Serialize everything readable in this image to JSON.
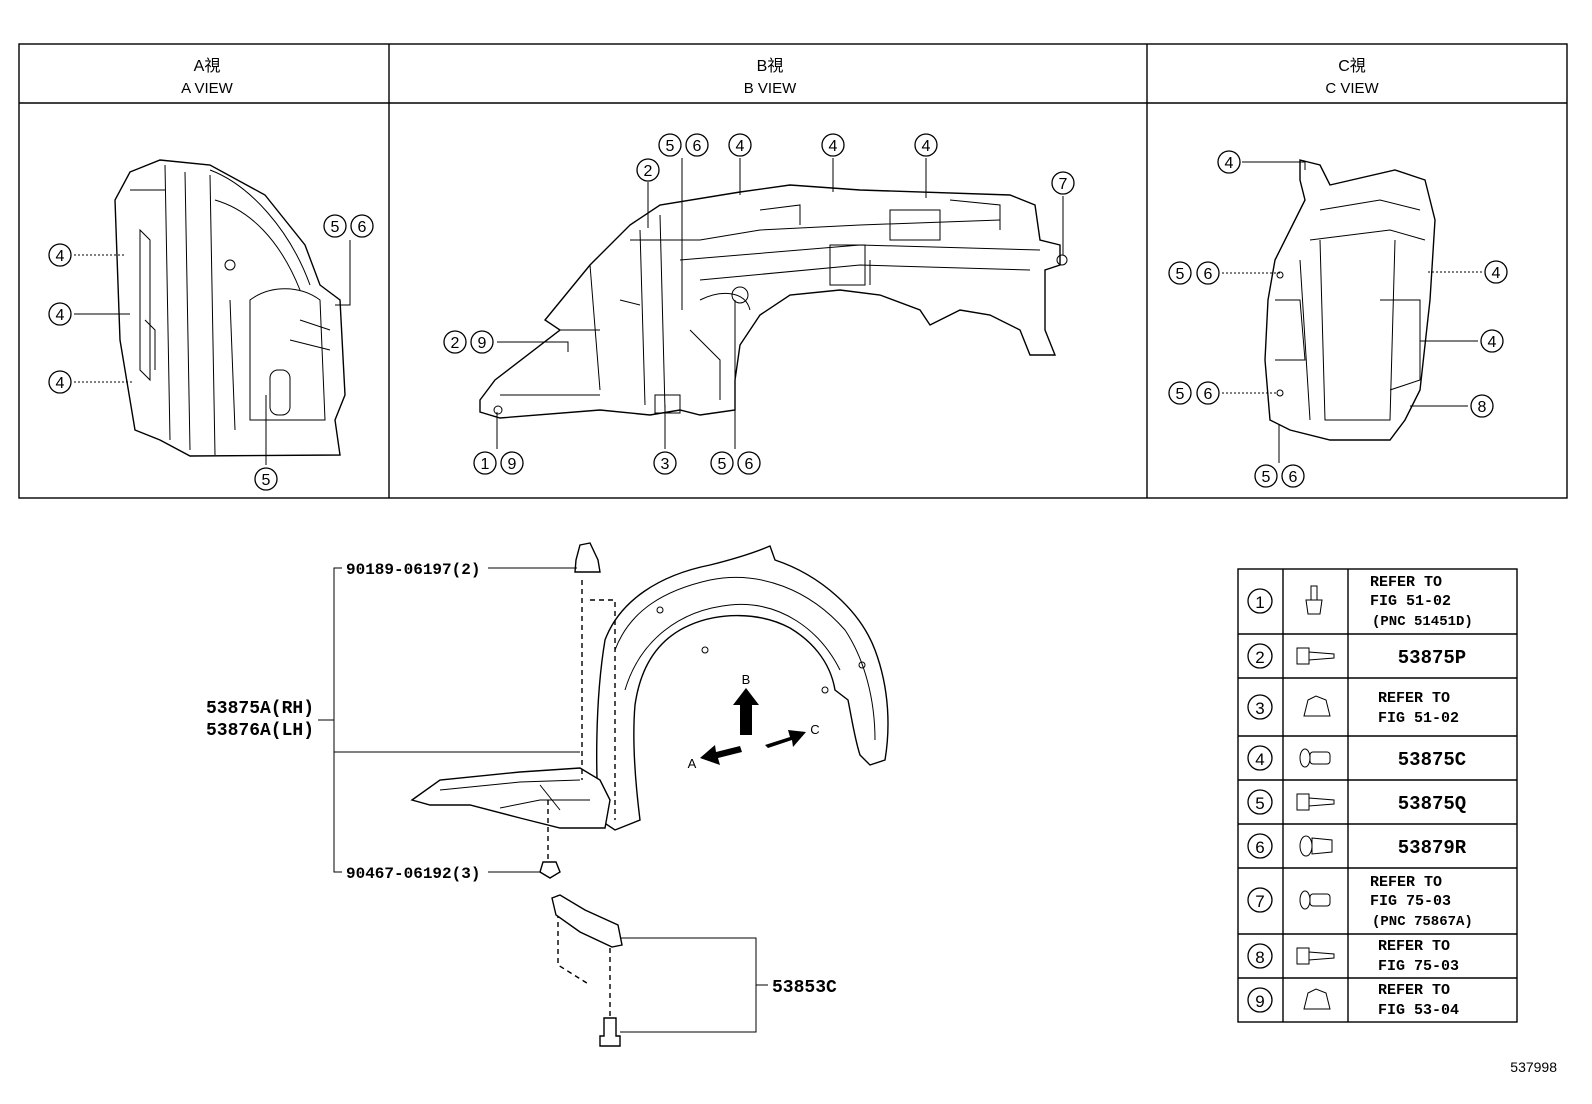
{
  "views": [
    {
      "title_jp": "A視",
      "title_en": "A VIEW"
    },
    {
      "title_jp": "B視",
      "title_en": "B VIEW"
    },
    {
      "title_jp": "C視",
      "title_en": "C VIEW"
    }
  ],
  "callouts": {
    "a1": "4",
    "a2": "4",
    "a3": "4",
    "a4": "5",
    "a5": "6",
    "a6": "5",
    "b1": "5",
    "b2": "6",
    "b3": "4",
    "b4": "4",
    "b5": "4",
    "b6": "2",
    "b7": "7",
    "b8": "2",
    "b9": "9",
    "b10": "1",
    "b11": "9",
    "b12": "3",
    "b13": "5",
    "b14": "6",
    "c1": "4",
    "c2": "5",
    "c3": "6",
    "c4": "4",
    "c5": "4",
    "c6": "5",
    "c7": "6",
    "c8": "8",
    "c9": "5",
    "c10": "6"
  },
  "parts": {
    "clip_top": "90189-06197(2)",
    "liner_rh": "53875A(RH)",
    "liner_lh": "53876A(LH)",
    "nut": "90467-06192(3)",
    "bracket": "53853C"
  },
  "arrows": {
    "b": "B",
    "a": "A",
    "c": "C"
  },
  "legend": [
    {
      "num": "1",
      "lines": [
        "REFER TO",
        "FIG 51-02",
        "(PNC 51451D)"
      ],
      "icon": "bolt-icon"
    },
    {
      "num": "2",
      "lines": [
        "53875P"
      ],
      "icon": "screw-icon"
    },
    {
      "num": "3",
      "lines": [
        "REFER TO",
        "FIG 51-02"
      ],
      "icon": "nut-clip-icon"
    },
    {
      "num": "4",
      "lines": [
        "53875C"
      ],
      "icon": "push-clip-icon"
    },
    {
      "num": "5",
      "lines": [
        "53875Q"
      ],
      "icon": "screw-icon"
    },
    {
      "num": "6",
      "lines": [
        "53879R"
      ],
      "icon": "grommet-icon"
    },
    {
      "num": "7",
      "lines": [
        "REFER TO",
        "FIG 75-03",
        "(PNC 75867A)"
      ],
      "icon": "push-clip-icon"
    },
    {
      "num": "8",
      "lines": [
        "REFER TO",
        "FIG 75-03"
      ],
      "icon": "screw-icon"
    },
    {
      "num": "9",
      "lines": [
        "REFER TO",
        "FIG 53-04"
      ],
      "icon": "nut-clip-icon"
    }
  ],
  "figure_number": "537998"
}
